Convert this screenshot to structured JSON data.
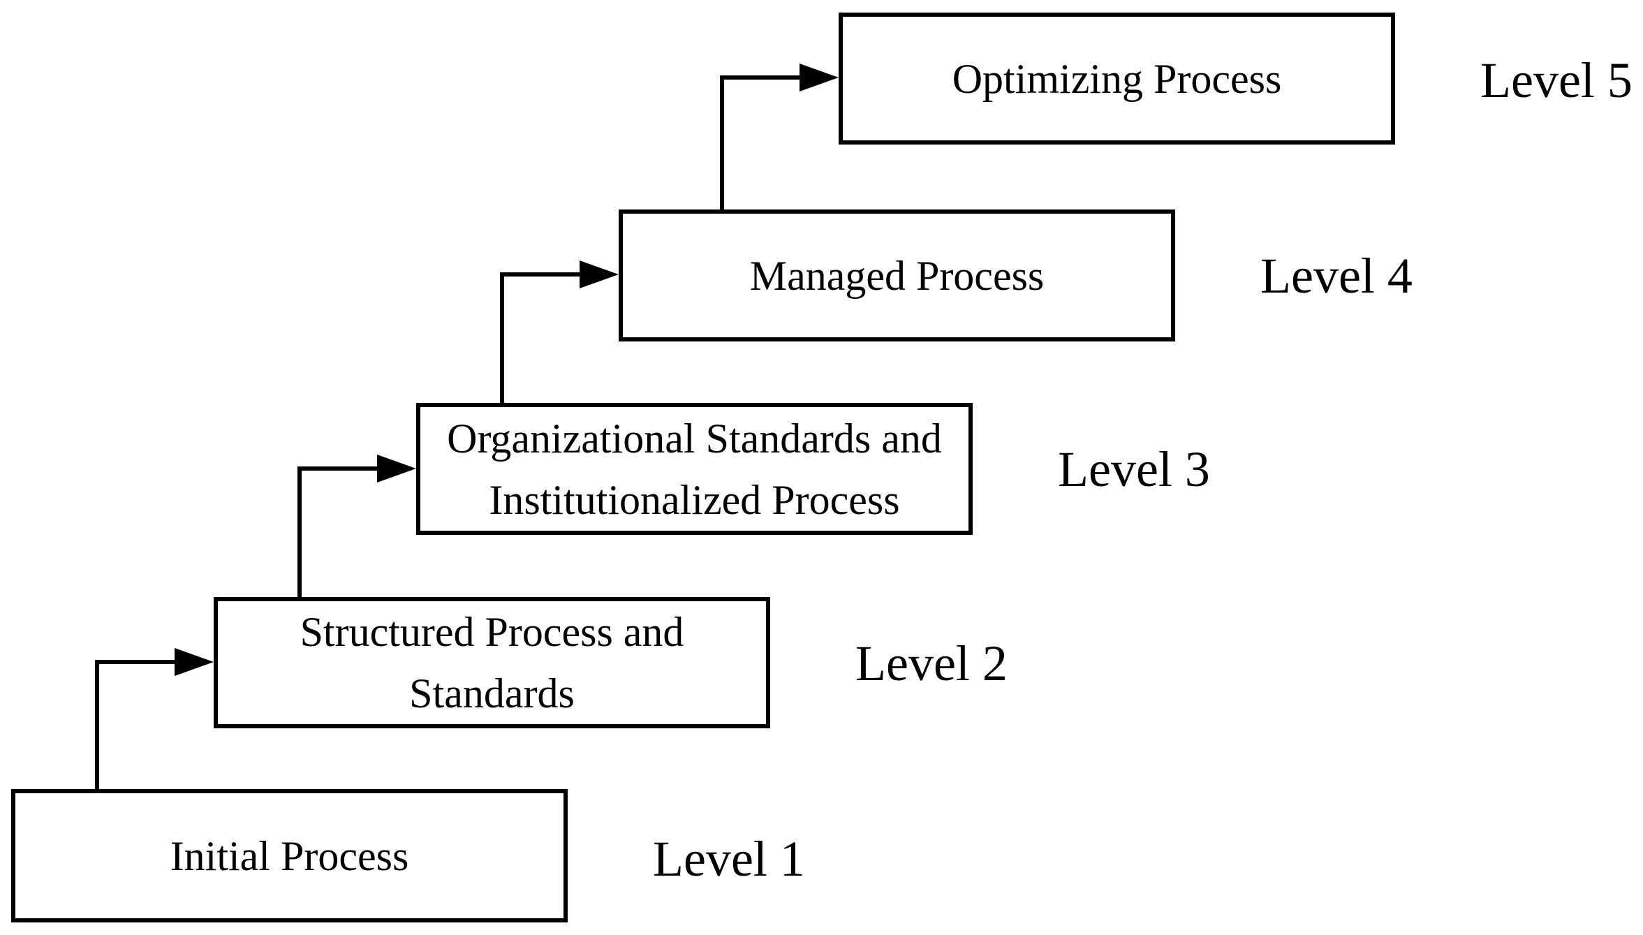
{
  "steps": [
    {
      "lines": [
        "Initial Process"
      ],
      "level": "Level 1"
    },
    {
      "lines": [
        "Structured Process and",
        "Standards"
      ],
      "level": "Level 2"
    },
    {
      "lines": [
        "Organizational Standards and",
        "Institutionalized Process"
      ],
      "level": "Level 3"
    },
    {
      "lines": [
        "Managed Process"
      ],
      "level": "Level 4"
    },
    {
      "lines": [
        "Optimizing Process"
      ],
      "level": "Level 5"
    }
  ],
  "colors": {
    "stroke": "#000000",
    "background": "#ffffff"
  }
}
